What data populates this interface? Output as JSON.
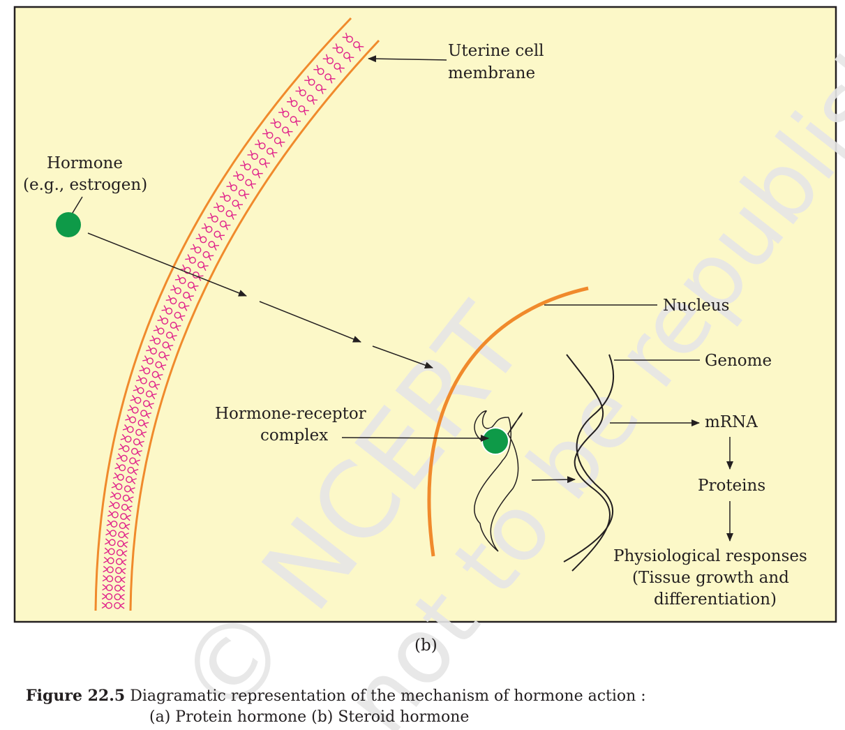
{
  "watermark": {
    "line1": "© NCERT",
    "line2": "not to be republished"
  },
  "colors": {
    "panel": "#fcf8c8",
    "membrane": "#f08a2c",
    "receptor": "#e0218a",
    "hormone": "#0e9a48",
    "ink": "#231f20"
  },
  "labels": {
    "membrane_line1": "Uterine cell",
    "membrane_line2": "membrane",
    "hormone_line1": "Hormone",
    "hormone_line2": "(e.g., estrogen)",
    "nucleus": "Nucleus",
    "genome": "Genome",
    "complex_line1": "Hormone-receptor",
    "complex_line2": "complex",
    "mrna": "mRNA",
    "proteins": "Proteins",
    "responses_line1": "Physiological responses",
    "responses_line2": "(Tissue growth and",
    "responses_line3": "differentiation)"
  },
  "panel_label": "(b)",
  "caption": {
    "figure": "Figure 22.5",
    "line1": "Diagramatic representation of the mechanism of hormone action :",
    "line2": "(a) Protein hormone  (b) Steroid hormone"
  }
}
